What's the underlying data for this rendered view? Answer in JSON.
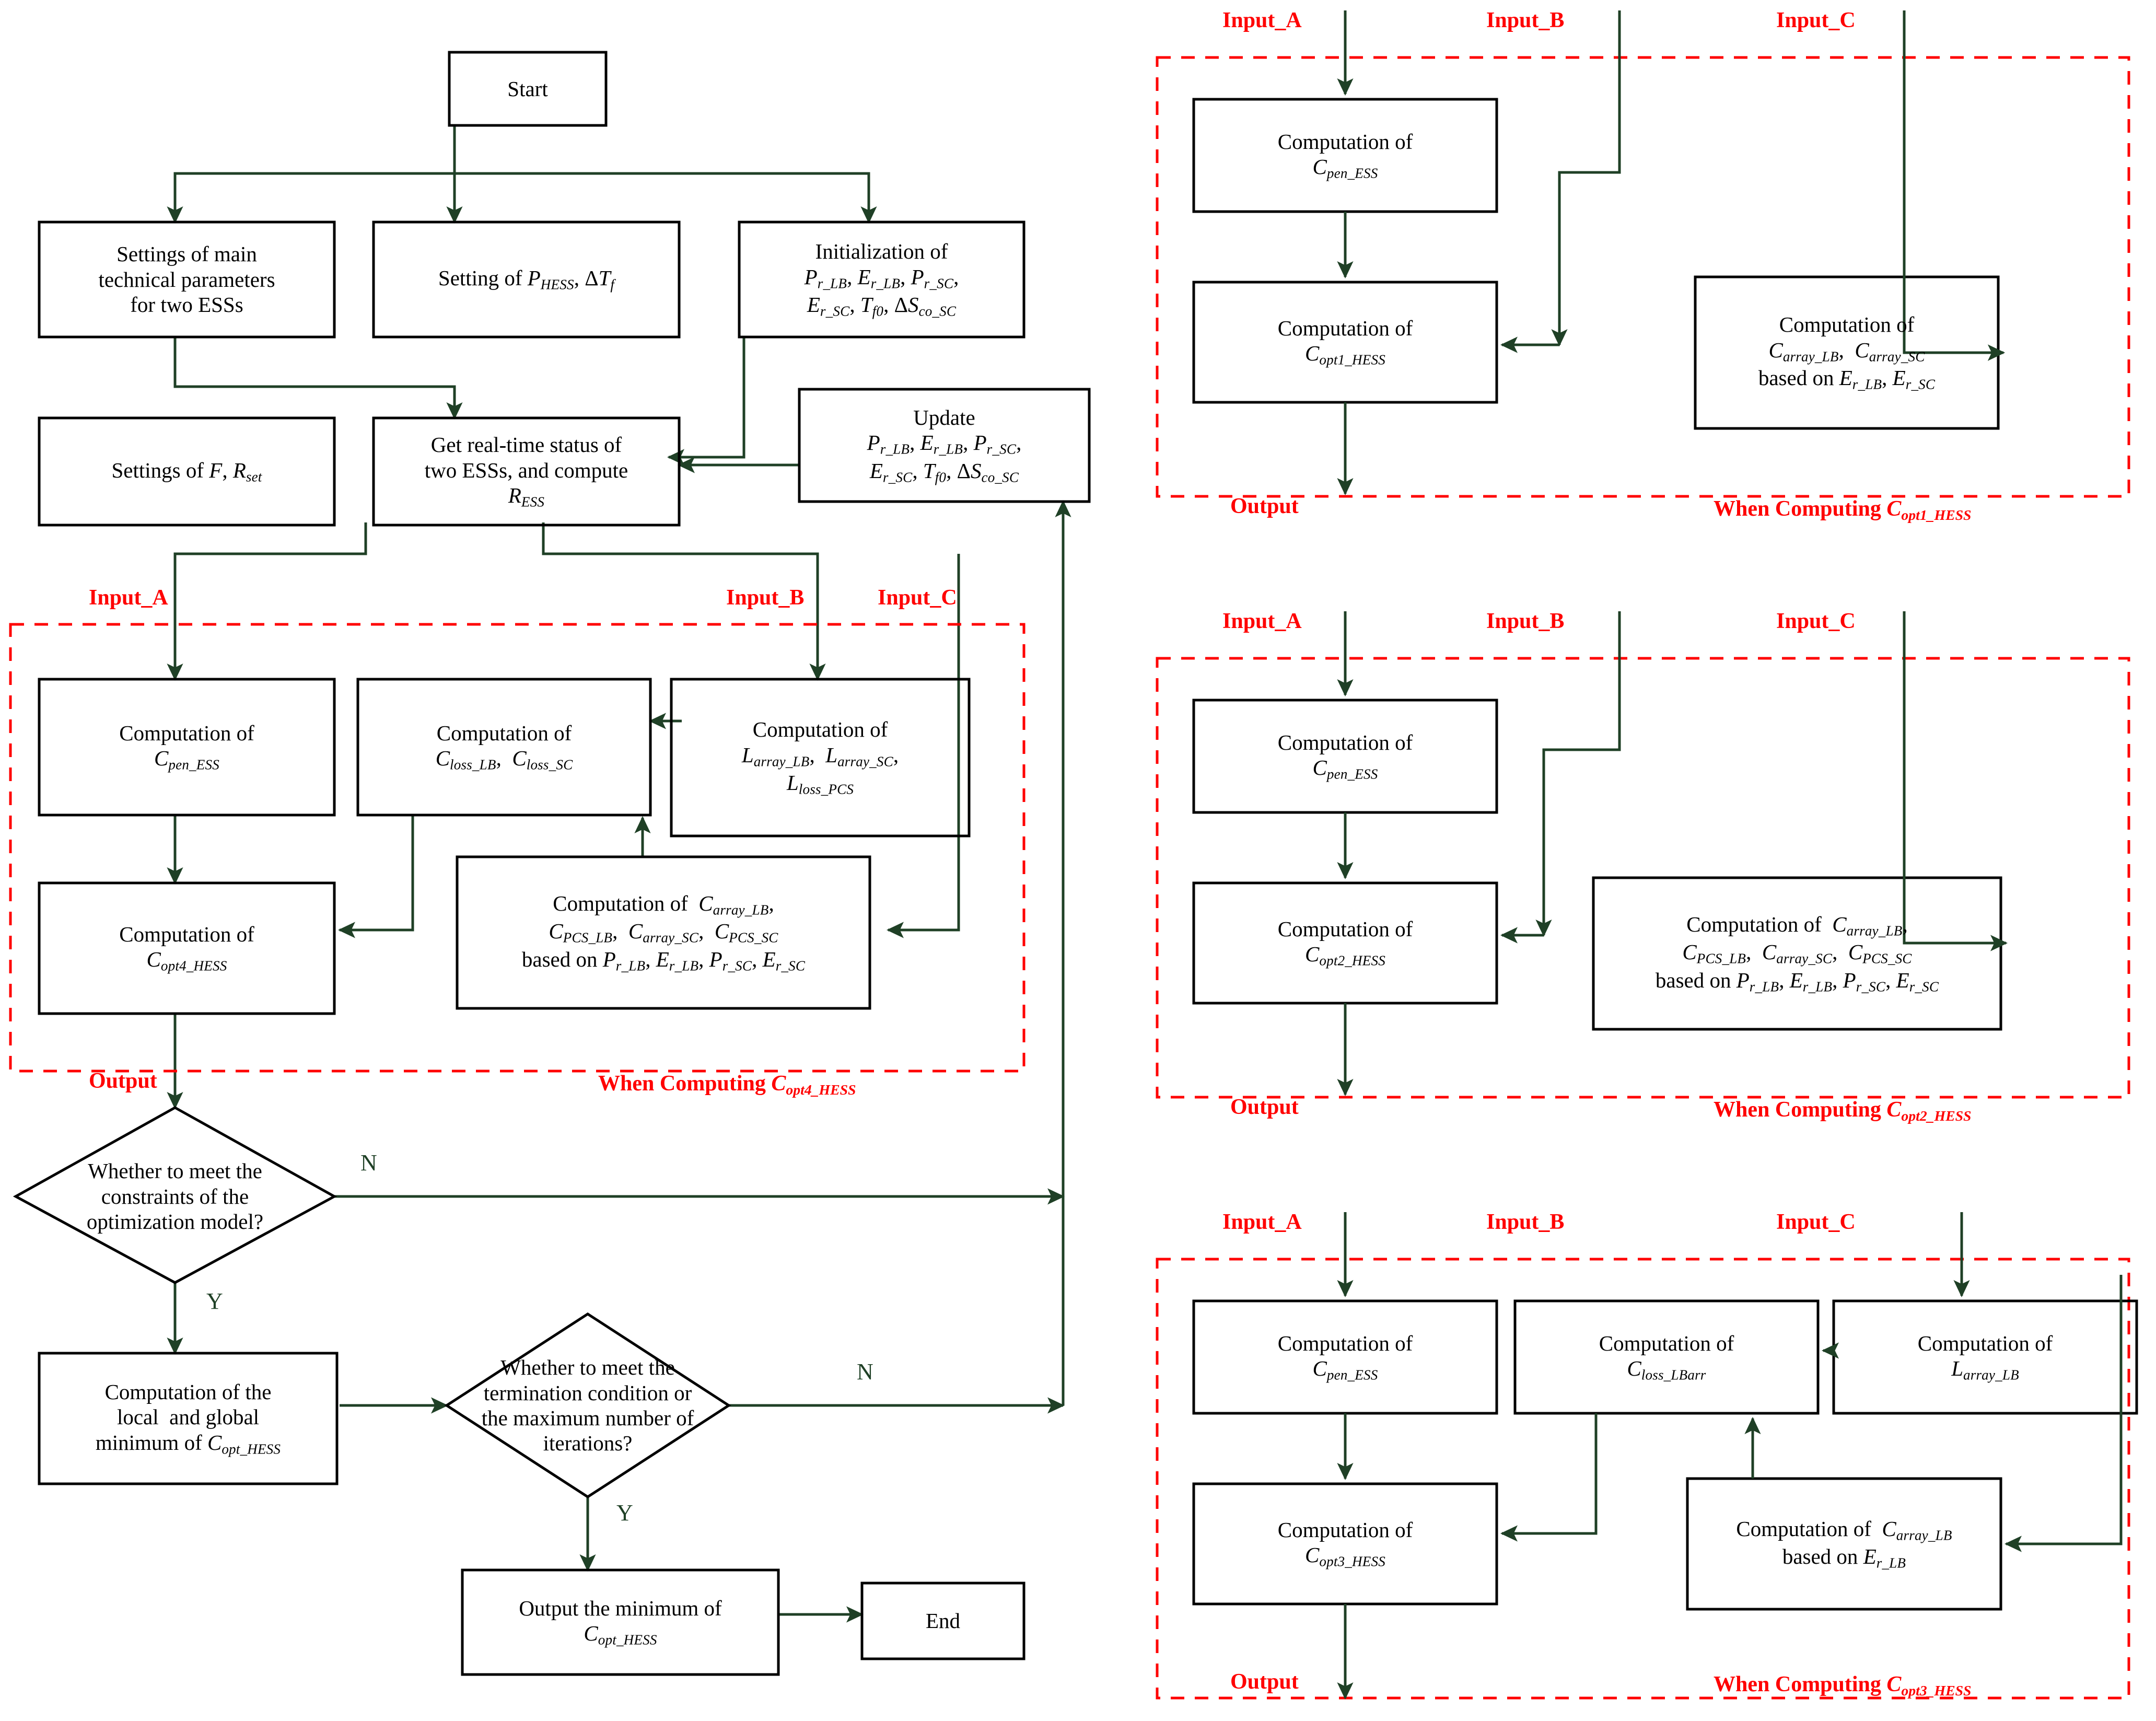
{
  "colors": {
    "arrow": "#1f4026",
    "box_border": "#000000",
    "dashed_region": "#ff0000",
    "label_red": "#ff0000",
    "background": "#ffffff"
  },
  "main_flow": {
    "title": "Optimization flowchart for HESS sizing",
    "nodes": [
      {
        "id": "start",
        "label": "Start"
      },
      {
        "id": "settings_main",
        "label": "Settings of main technical parameters for two ESSs"
      },
      {
        "id": "setting_phess",
        "label": "Setting of P_HESS, ΔT_f"
      },
      {
        "id": "initialization",
        "label": "Initialization of P_r_LB, E_r_LB, P_r_SC, E_r_SC, T_f0, ΔS_co_SC"
      },
      {
        "id": "settings_f_rset",
        "label": "Settings of F, R_set"
      },
      {
        "id": "get_status",
        "label": "Get real-time status of two ESSs, and compute R_ESS"
      },
      {
        "id": "update",
        "label": "Update P_r_LB, E_r_LB, P_r_SC, E_r_SC, T_f0, ΔS_co_SC"
      },
      {
        "id": "comp_pen",
        "label": "Computation of C_pen_ESS"
      },
      {
        "id": "comp_loss",
        "label": "Computation of C_loss_LB, C_loss_SC"
      },
      {
        "id": "comp_larray",
        "label": "Computation of L_array_LB, L_array_SC, L_loss_PCS"
      },
      {
        "id": "comp_opt4",
        "label": "Computation of C_opt4_HESS"
      },
      {
        "id": "comp_carray4",
        "label": "Computation of C_array_LB, C_PCS_LB, C_array_SC, C_PCS_SC based on P_r_LB, E_r_LB, P_r_SC, E_r_SC"
      },
      {
        "id": "dec_constraints",
        "label": "Whether to meet the constraints of the optimization model?"
      },
      {
        "id": "comp_minimum",
        "label": "Computation of the local  and global minimum of C_opt_HESS"
      },
      {
        "id": "dec_termination",
        "label": "Whether to meet the termination condition or the maximum number of iterations?"
      },
      {
        "id": "output_min",
        "label": "Output the minimum of C_opt_HESS"
      },
      {
        "id": "end",
        "label": "End"
      }
    ],
    "edge_labels": {
      "no_1": "N",
      "yes_1": "Y",
      "no_2": "N",
      "yes_2": "Y"
    },
    "port_labels": {
      "input_a": "Input_A",
      "input_b": "Input_B",
      "input_c": "Input_C",
      "output": "Output"
    },
    "region_caption": "When Computing C_opt4_HESS"
  },
  "panel1": {
    "port_labels": {
      "input_a": "Input_A",
      "input_b": "Input_B",
      "input_c": "Input_C",
      "output": "Output"
    },
    "caption": "When Computing C_opt1_HESS",
    "nodes": [
      {
        "id": "p1_pen",
        "label": "Computation of C_pen_ESS"
      },
      {
        "id": "p1_opt1",
        "label": "Computation of C_opt1_HESS"
      },
      {
        "id": "p1_carray",
        "label": "Computation of C_array_LB, C_array_SC based on E_r_LB, E_r_SC"
      }
    ]
  },
  "panel2": {
    "port_labels": {
      "input_a": "Input_A",
      "input_b": "Input_B",
      "input_c": "Input_C",
      "output": "Output"
    },
    "caption": "When Computing C_opt2_HESS",
    "nodes": [
      {
        "id": "p2_pen",
        "label": "Computation of C_pen_ESS"
      },
      {
        "id": "p2_opt2",
        "label": "Computation of C_opt2_HESS"
      },
      {
        "id": "p2_carray",
        "label": "Computation of C_array_LB, C_PCS_LB, C_array_SC, C_PCS_SC based on P_r_LB, E_r_LB, P_r_SC, E_r_SC"
      }
    ]
  },
  "panel3": {
    "port_labels": {
      "input_a": "Input_A",
      "input_b": "Input_B",
      "input_c": "Input_C",
      "output": "Output"
    },
    "caption": "When Computing C_opt3_HESS",
    "nodes": [
      {
        "id": "p3_pen",
        "label": "Computation of C_pen_ESS"
      },
      {
        "id": "p3_closs",
        "label": "Computation of C_loss_LBarr"
      },
      {
        "id": "p3_larray",
        "label": "Computation of L_array_LB"
      },
      {
        "id": "p3_opt3",
        "label": "Computation of C_opt3_HESS"
      },
      {
        "id": "p3_carray",
        "label": "Computation of C_array_LB based on E_r_LB"
      }
    ]
  }
}
